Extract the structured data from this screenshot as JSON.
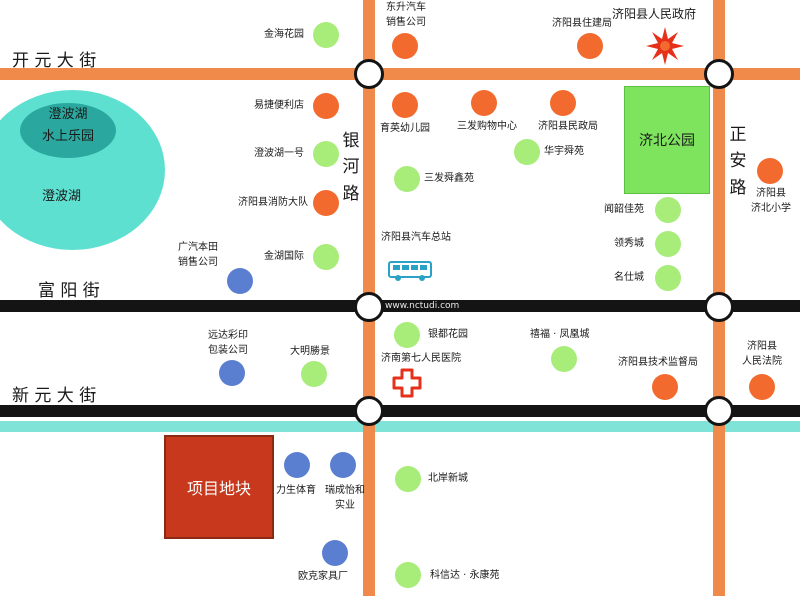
{
  "colors": {
    "main_road": "#f08a4b",
    "major_road": "#141414",
    "canal": "#7fe3d7",
    "landmark_orange": "#f36a2e",
    "residential_green": "#a8ec7a",
    "company_blue": "#5b7fd0",
    "park": "#7ee35d",
    "project": "#c8381c",
    "lake": "#5ee0d0"
  },
  "roads": {
    "kaiyuan": "开  元  大  街",
    "fuyang": "富  阳  街",
    "xinyuan": "新  元  大  街",
    "yinhe": [
      "银",
      "河",
      "路"
    ],
    "zhengan": [
      "正",
      "安",
      "路"
    ]
  },
  "lake": {
    "inner_lines": [
      "澄波湖",
      "水上乐园"
    ],
    "outer": "澄波湖"
  },
  "park": "济北公园",
  "project": "项目地块",
  "watermark": "www.nctudi.com",
  "labels": {
    "jinhai_garden": "金海花园",
    "dongsheng_1": "东升汽车",
    "dongsheng_2": "销售公司",
    "housing_bureau": "济阳县住建局",
    "government": "济阳县人民政府",
    "yijie": "易捷便利店",
    "yuying": "育英幼儿园",
    "sanfa_shopping": "三发购物中心",
    "civil_affairs": "济阳县民政局",
    "chengbohu_yihao": "澄波湖一号",
    "huayu": "华宇舜苑",
    "sanfa_shunxin": "三发舜鑫苑",
    "fire_brigade": "济阳县消防大队",
    "jibei_school_1": "济阳县",
    "jibei_school_2": "济北小学",
    "wenshao": "闻韶佳苑",
    "lingxiu": "领秀城",
    "mingshi": "名仕城",
    "bus_station": "济阳县汽车总站",
    "jinhu": "金湖国际",
    "gac_honda_1": "广汽本田",
    "gac_honda_2": "销售公司",
    "yuanda_1": "远达彩印",
    "yuanda_2": "包装公司",
    "daming": "大明勝景",
    "yindu": "银都花园",
    "xifu": "禧福 · 凤凰城",
    "hospital": "济南第七人民医院",
    "tech_supervision": "济阳县技术监督局",
    "court_1": "济阳县",
    "court_2": "人民法院",
    "lisheng": "力生体育",
    "ruicheng_1": "瑞成怡和",
    "ruicheng_2": "实业",
    "beian": "北岸新城",
    "oke": "欧克家具厂",
    "kexinda": "科信达 · 永康苑"
  },
  "icons": {
    "government": "sun-burst-icon",
    "bus": "bus-icon",
    "hospital": "red-cross-icon"
  }
}
